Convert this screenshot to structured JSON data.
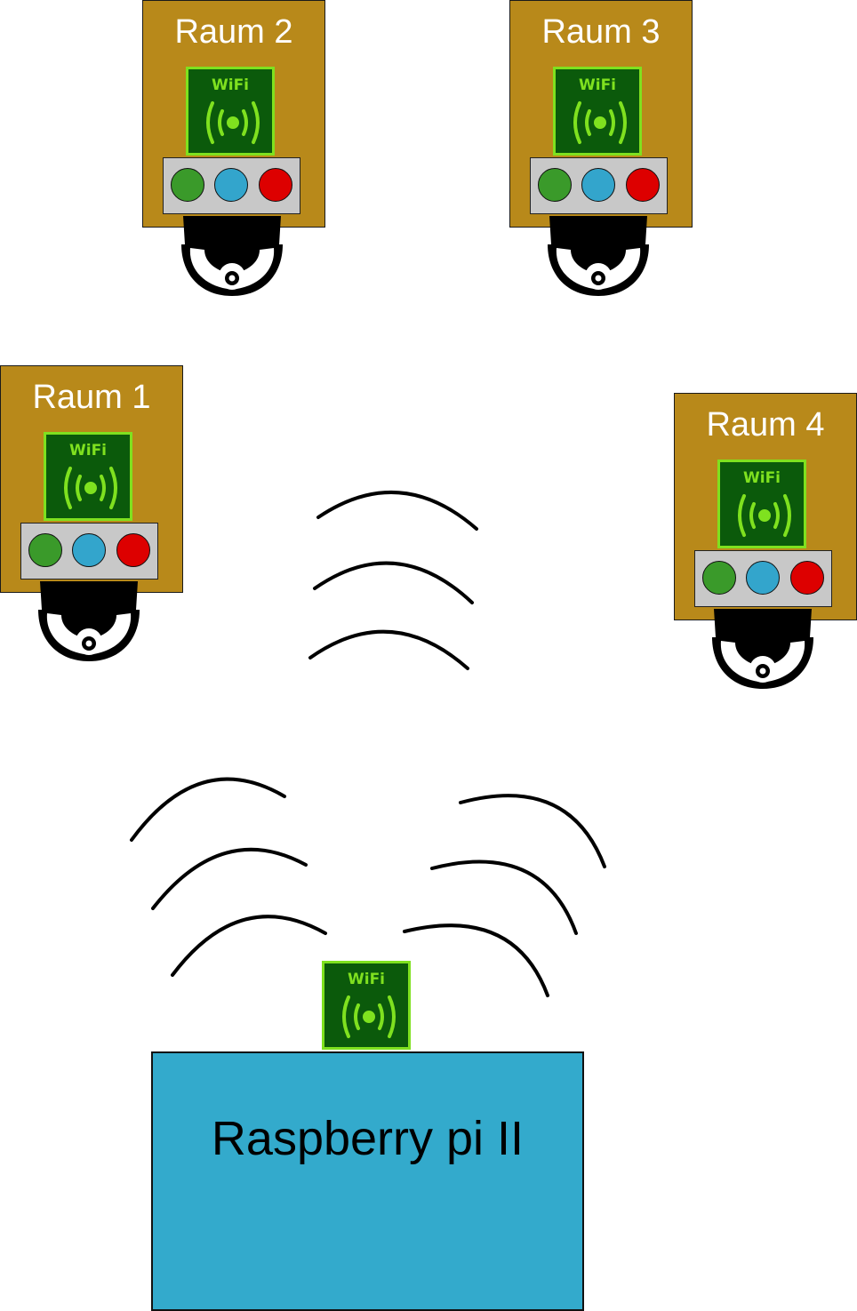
{
  "rooms": [
    {
      "label": "Raum 2"
    },
    {
      "label": "Raum 3"
    },
    {
      "label": "Raum 1"
    },
    {
      "label": "Raum 4"
    }
  ],
  "wifi_label": "WiFi",
  "controller": {
    "label": "Raspberry pi II"
  },
  "colors": {
    "room_bg": "#b8891a",
    "wifi_bg": "#0b5a0b",
    "wifi_accent": "#7fe11f",
    "led_panel": "#c8c8c8",
    "led_green": "#3a9a2a",
    "led_blue": "#33a5cc",
    "led_red": "#dd0000",
    "controller_bg": "#33aacc",
    "signal": "#000000"
  },
  "icons": [
    "wifi-icon",
    "security-camera-icon",
    "status-led-icon",
    "signal-wave-icon"
  ]
}
